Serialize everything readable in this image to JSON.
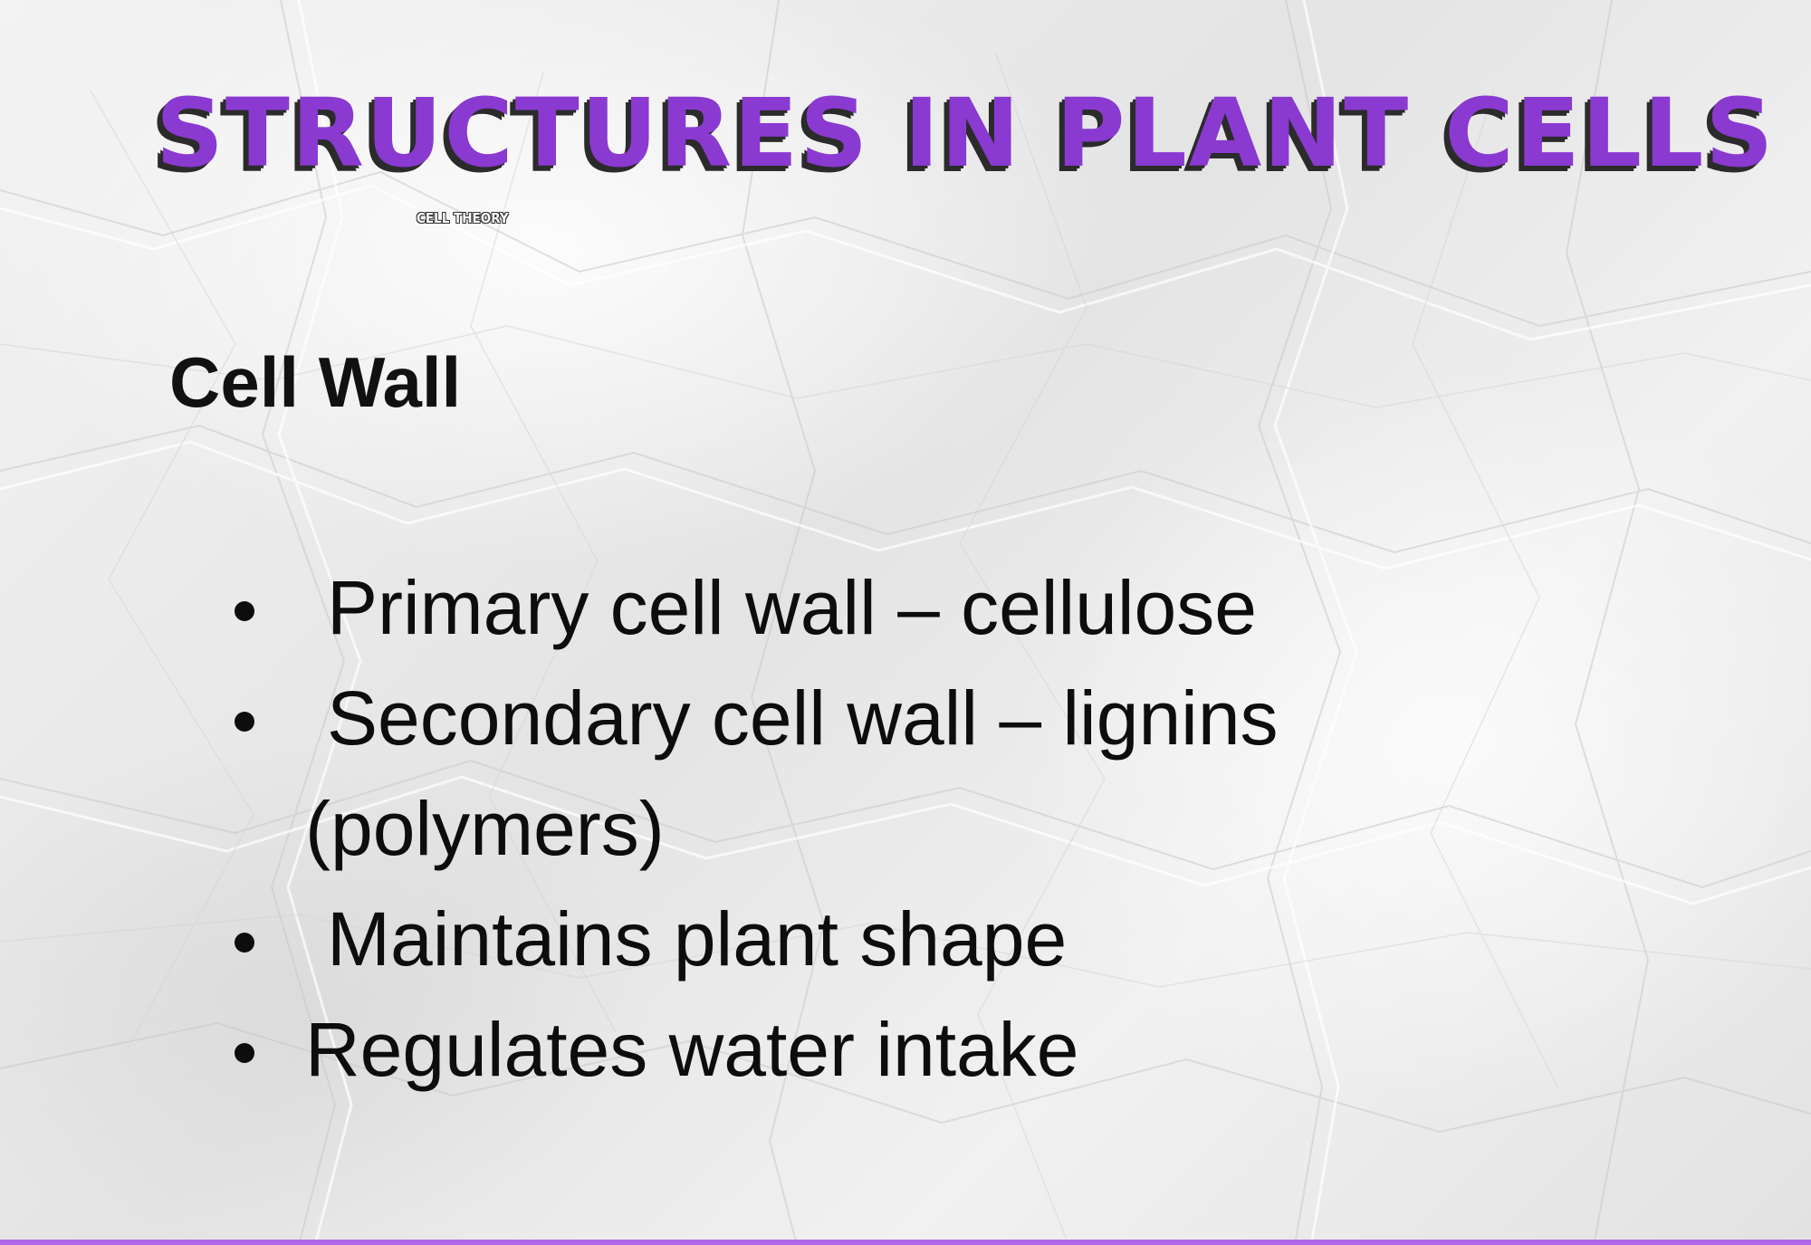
{
  "slide": {
    "title": "Structures in Plant Cells",
    "subtitle": "Cell Theory",
    "heading": "Cell Wall",
    "bullets": [
      {
        "text": "Primary cell wall – cellulose"
      },
      {
        "text": "Secondary cell wall – lignins (polymers)"
      },
      {
        "text": "Maintains plant shape"
      },
      {
        "text": "Regulates water intake"
      }
    ]
  },
  "colors": {
    "title_fill": "#8a3ad0",
    "title_shadow": "#2b2b2b",
    "body_text": "#0d0d0d",
    "bottom_bar": "#b067e8",
    "background": "#ececec"
  }
}
